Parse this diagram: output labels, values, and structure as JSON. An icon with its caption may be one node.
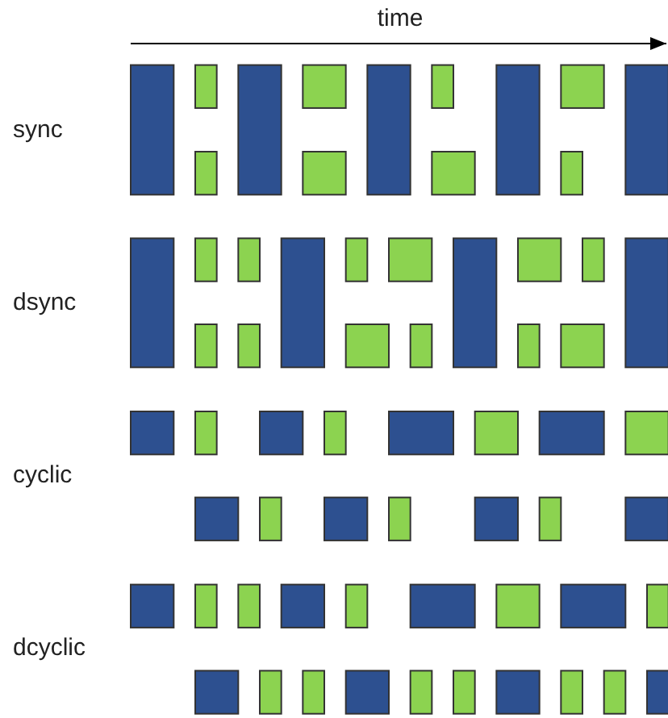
{
  "diagram": {
    "labels": [
      "time",
      "sync",
      "dsync",
      "cyclic",
      "dcyclic"
    ]
  }
}
